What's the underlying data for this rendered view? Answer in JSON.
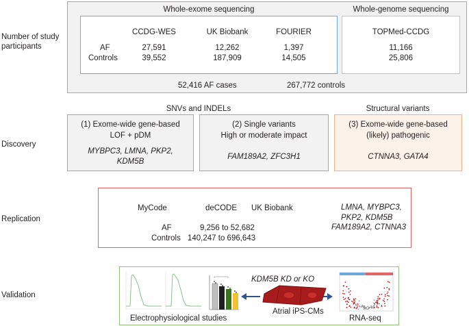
{
  "rows": {
    "participants": "Number of study participants",
    "discovery": "Discovery",
    "replication": "Replication",
    "validation": "Validation"
  },
  "participants": {
    "wes_title": "Whole-exome sequencing",
    "wgs_title": "Whole-genome sequencing",
    "cohorts": [
      "CCDG-WES",
      "UK Biobank",
      "FOURIER"
    ],
    "af_label": "AF",
    "controls_label": "Controls",
    "af_values": [
      "27,591",
      "12,262",
      "1,397"
    ],
    "controls_values": [
      "39,552",
      "187,909",
      "14,505"
    ],
    "wgs_cohort": "TOPMed-CCDG",
    "wgs_af": "11,166",
    "wgs_controls": "25,806",
    "total_cases": "52,416 AF cases",
    "total_controls": "267,772 controls"
  },
  "discovery": {
    "snv_title": "SNVs and INDELs",
    "sv_title": "Structural variants",
    "box1_line1": "(1) Exome-wide gene-based",
    "box1_line2": "LOF + pDM",
    "box1_genes1": "MYBPC3, LMNA, PKP2,",
    "box1_genes2": "KDM5B",
    "box2_line1": "(2) Single variants",
    "box2_line2": "High or moderate impact",
    "box2_genes": "FAM189A2, ZFC3H1",
    "box3_line1": "(3) Exome-wide gene-based",
    "box3_line2": "(likely) pathogenic",
    "box3_genes": "CTNNA3, GATA4"
  },
  "replication": {
    "cohorts": [
      "MyCode",
      "deCODE",
      "UK Biobank"
    ],
    "af_label": "AF",
    "controls_label": "Controls",
    "af_range": "9,256 to 52,682",
    "controls_range": "140,247 to 696,643",
    "genes": [
      "LMNA, MYBPC3,",
      "PKP2, KDM5B",
      "FAM189A2, CTNNA3"
    ]
  },
  "validation": {
    "kd_label": "KDM5B KD or KO",
    "cells_label": "Atrial iPS-CMs",
    "ephys_label": "Electrophysiological studies",
    "rnaseq_label": "RNA-seq"
  },
  "colors": {
    "blue": "#6fa8dc",
    "orange": "#f4b183",
    "red": "#e06666",
    "green": "#93c47d",
    "arrow": "#2f5597"
  }
}
